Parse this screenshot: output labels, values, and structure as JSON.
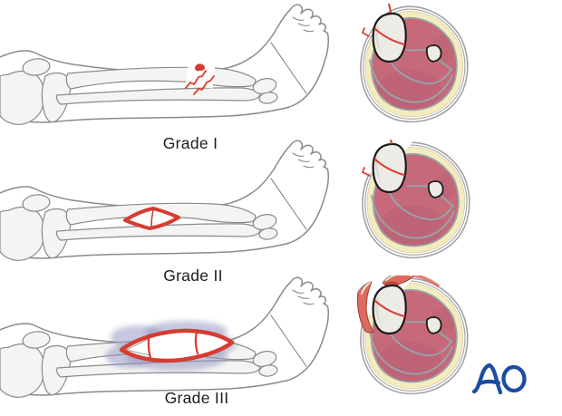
{
  "grades": [
    {
      "label": "Grade I"
    },
    {
      "label": "Grade II"
    },
    {
      "label": "Grade III"
    }
  ],
  "logo": {
    "text": "AO"
  },
  "colors": {
    "background": "#ffffff",
    "label_text": "#1c1c1c",
    "leg_outline": "#8a8a8a",
    "leg_bone_fill": "#f4f4f2",
    "skin_gray": "#a2a2a2",
    "fat_yellow": "#f5ebbd",
    "muscle_pink": "#c66a7a",
    "septa_gray": "#93a7ad",
    "bone_fill": "#edebe5",
    "bone_outline": "#1b1b1b",
    "wound_red": "#d63c32",
    "fracture_red": "#e03a2d",
    "bruise_purple": "#8d92bf",
    "ao_blue": "#1b4da1"
  }
}
